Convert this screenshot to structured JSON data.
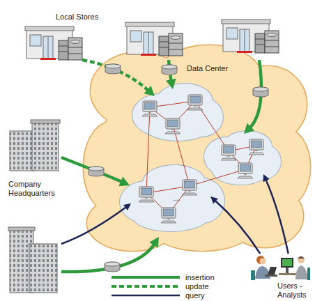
{
  "diagram": {
    "nodes": [
      {
        "text": [
          "Local Stores"
        ]
      },
      {
        "text": [
          "Data Center"
        ]
      },
      {
        "text": [
          "Company Headquarters"
        ]
      },
      {
        "text": [
          "Users - Analysts"
        ]
      }
    ],
    "edges": [
      {
        "from": 0,
        "to": 1,
        "arrow": "to"
      },
      {
        "from": 0,
        "to": 1,
        "arrow": "to"
      },
      {
        "from": 0,
        "to": 1,
        "arrow": "to"
      },
      {
        "from": 2,
        "to": 1,
        "arrow": "to"
      },
      {
        "from": 2,
        "to": 1,
        "arrow": "to"
      },
      {
        "from": 2,
        "to": 1,
        "arrow": "to"
      },
      {
        "from": 3,
        "to": 1,
        "arrow": "to"
      },
      {
        "from": 3,
        "to": 1,
        "arrow": "to"
      }
    ],
    "legend": [
      {
        "text": "insertion"
      },
      {
        "text": "update"
      },
      {
        "text": "query"
      }
    ]
  }
}
